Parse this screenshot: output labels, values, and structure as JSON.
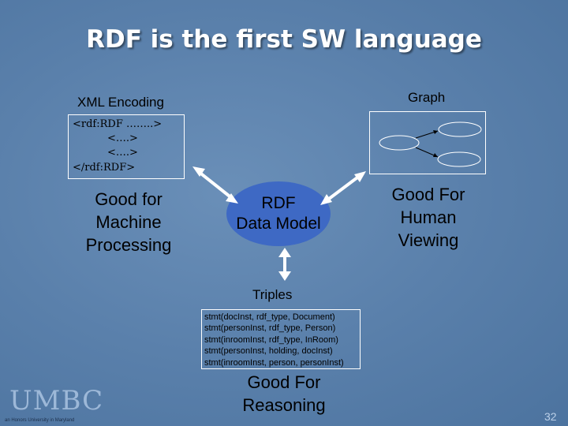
{
  "slide": {
    "title": "RDF is the first SW language",
    "page_number": "32"
  },
  "xml": {
    "label": "XML Encoding",
    "lines": [
      "<rdf:RDF ……..>",
      "<….>",
      "<….>",
      "</rdf:RDF>"
    ]
  },
  "graph": {
    "label": "Graph"
  },
  "center": {
    "line1": "RDF",
    "line2": "Data Model"
  },
  "machine": {
    "lines": [
      "Good for",
      "Machine",
      "Processing"
    ]
  },
  "human": {
    "lines": [
      "Good For",
      "Human",
      "Viewing"
    ]
  },
  "triples": {
    "label": "Triples",
    "lines": [
      "stmt(docInst, rdf_type, Document)",
      "stmt(personInst, rdf_type, Person)",
      "stmt(inroomInst, rdf_type, InRoom)",
      "stmt(personInst, holding, docInst)",
      "stmt(inroomInst, person, personInst)"
    ]
  },
  "reasoning": {
    "lines": [
      "Good For",
      "Reasoning"
    ]
  },
  "logo": {
    "name": "UMBC",
    "tagline": "an Honors University in Maryland"
  },
  "colors": {
    "background": "#5a80ab",
    "ellipse": "#3e69c4",
    "arrow": "#ffffff"
  }
}
